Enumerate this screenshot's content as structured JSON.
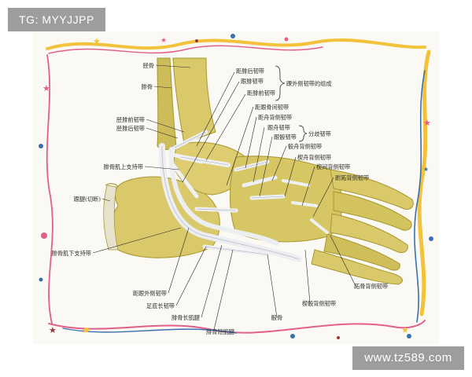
{
  "watermarks": {
    "top_left": "TG: MYYJJPP",
    "bottom_right": "www.tz589.com"
  },
  "colors": {
    "bone": "#d9c96a",
    "bone_dark": "#a8962e",
    "ligament": "#eef0f4",
    "frame_gold": "#f2c23a",
    "frame_pink": "#e0608a",
    "frame_blue": "#3a6fb0"
  },
  "labels": {
    "fibula": "胫骨",
    "tibia": "腓骨",
    "post_talofibular": "距腓后韧带",
    "calcaneofibular": "跟腓韧带",
    "ant_talofibular": "距腓前韧带",
    "lateral_group": "踝外侧韧带的组成",
    "ant_tibiofibular": "胫腓前韧带",
    "post_tibiofibular": "胫腓后韧带",
    "interosseous_talocalcaneal": "距跟骨间韧带",
    "dorsal_talonavicular": "距舟背侧韧带",
    "calcaneonavicular": "跟舟韧带",
    "calcaneocuboid": "跟骰韧带",
    "bifurcate": "分歧韧带",
    "dorsal_cuboideonavicular": "骰舟背侧韧带",
    "dorsal_cuneonavicular": "楔舟背侧韧带",
    "dorsal_intercuneiform": "楔间背侧韧带",
    "dorsal_tarsometatarsal": "跗跖背侧韧带",
    "sup_peroneal_retinaculum": "腓骨肌上支持带",
    "calcaneal_tendon": "跟腱(切断)",
    "inf_peroneal_retinaculum": "腓骨肌下支持带",
    "lateral_talocalcaneal": "距跟外侧韧带",
    "long_plantar": "足底长韧带",
    "peroneus_longus": "腓骨长肌腱",
    "peroneus_brevis": "腓骨短肌腱",
    "cuboid": "骰骨",
    "dorsal_cuneocuboid": "楔骰背侧韧带",
    "dorsal_metatarsal": "跖骨背侧韧带"
  }
}
